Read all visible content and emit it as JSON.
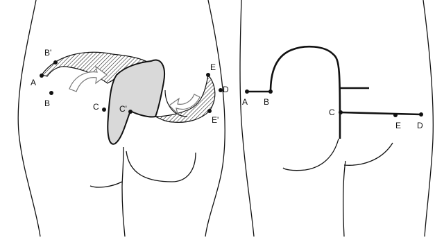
{
  "figure": {
    "left_panel": {
      "labels": {
        "A": "A",
        "B_prime": "B'",
        "B": "B",
        "C": "C",
        "C_prime": "C'",
        "E": "E",
        "D": "D",
        "E_prime": "E'"
      }
    },
    "right_panel": {
      "labels": {
        "A": "A",
        "B": "B",
        "C": "C",
        "E": "E",
        "D": "D"
      }
    },
    "colors": {
      "line": "#111111",
      "flap_fill": "#d9d9d9",
      "background": "#ffffff"
    }
  }
}
